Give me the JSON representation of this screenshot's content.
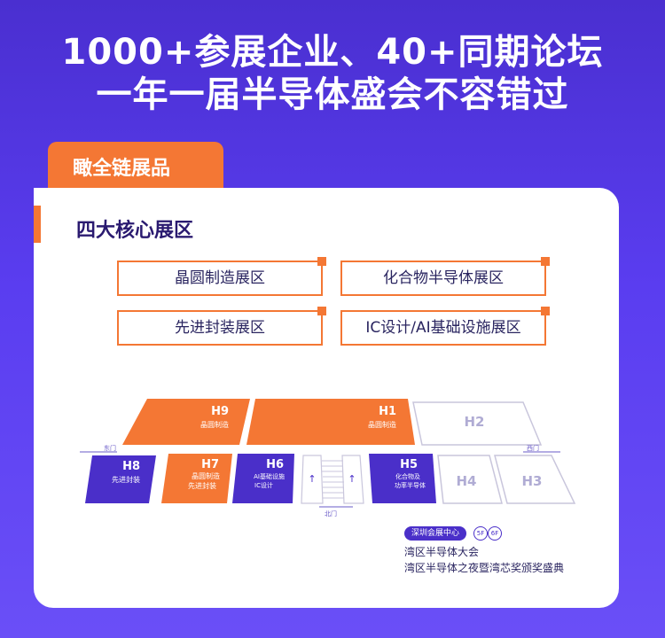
{
  "headline": {
    "line1": "1000+参展企业、40+同期论坛",
    "line2": "一年一届半导体盛会不容错过"
  },
  "tab": {
    "label": "瞰全链展品"
  },
  "section": {
    "title": "四大核心展区"
  },
  "zones": [
    "晶圆制造展区",
    "化合物半导体展区",
    "先进封装展区",
    "IC设计/AI基础设施展区"
  ],
  "map": {
    "halls": {
      "H9": {
        "name": "H9",
        "sub": "晶圆制造"
      },
      "H1": {
        "name": "H1",
        "sub": "晶圆制造"
      },
      "H2": {
        "name": "H2"
      },
      "H8": {
        "name": "H8",
        "sub": "先进封装"
      },
      "H7": {
        "name": "H7",
        "sub1": "晶圆制造",
        "sub2": "先进封装"
      },
      "H6": {
        "name": "H6",
        "sub1": "AI基础设施",
        "sub2": "IC设计"
      },
      "H5": {
        "name": "H5",
        "sub1": "化合物及",
        "sub2": "功率半导体"
      },
      "H4": {
        "name": "H4"
      },
      "H3": {
        "name": "H3"
      }
    },
    "gates": {
      "east": "东门",
      "west": "西门",
      "north": "北门"
    }
  },
  "legend": {
    "venue": "深圳会展中心",
    "floors": [
      "5F",
      "6F"
    ],
    "events": [
      "湾区半导体大会",
      "湾区半导体之夜暨湾芯奖颁奖盛典"
    ]
  },
  "colors": {
    "orange": "#f47734",
    "purple": "#4a2fc9",
    "navy": "#2a2560",
    "outline": "#c9c6dc"
  }
}
